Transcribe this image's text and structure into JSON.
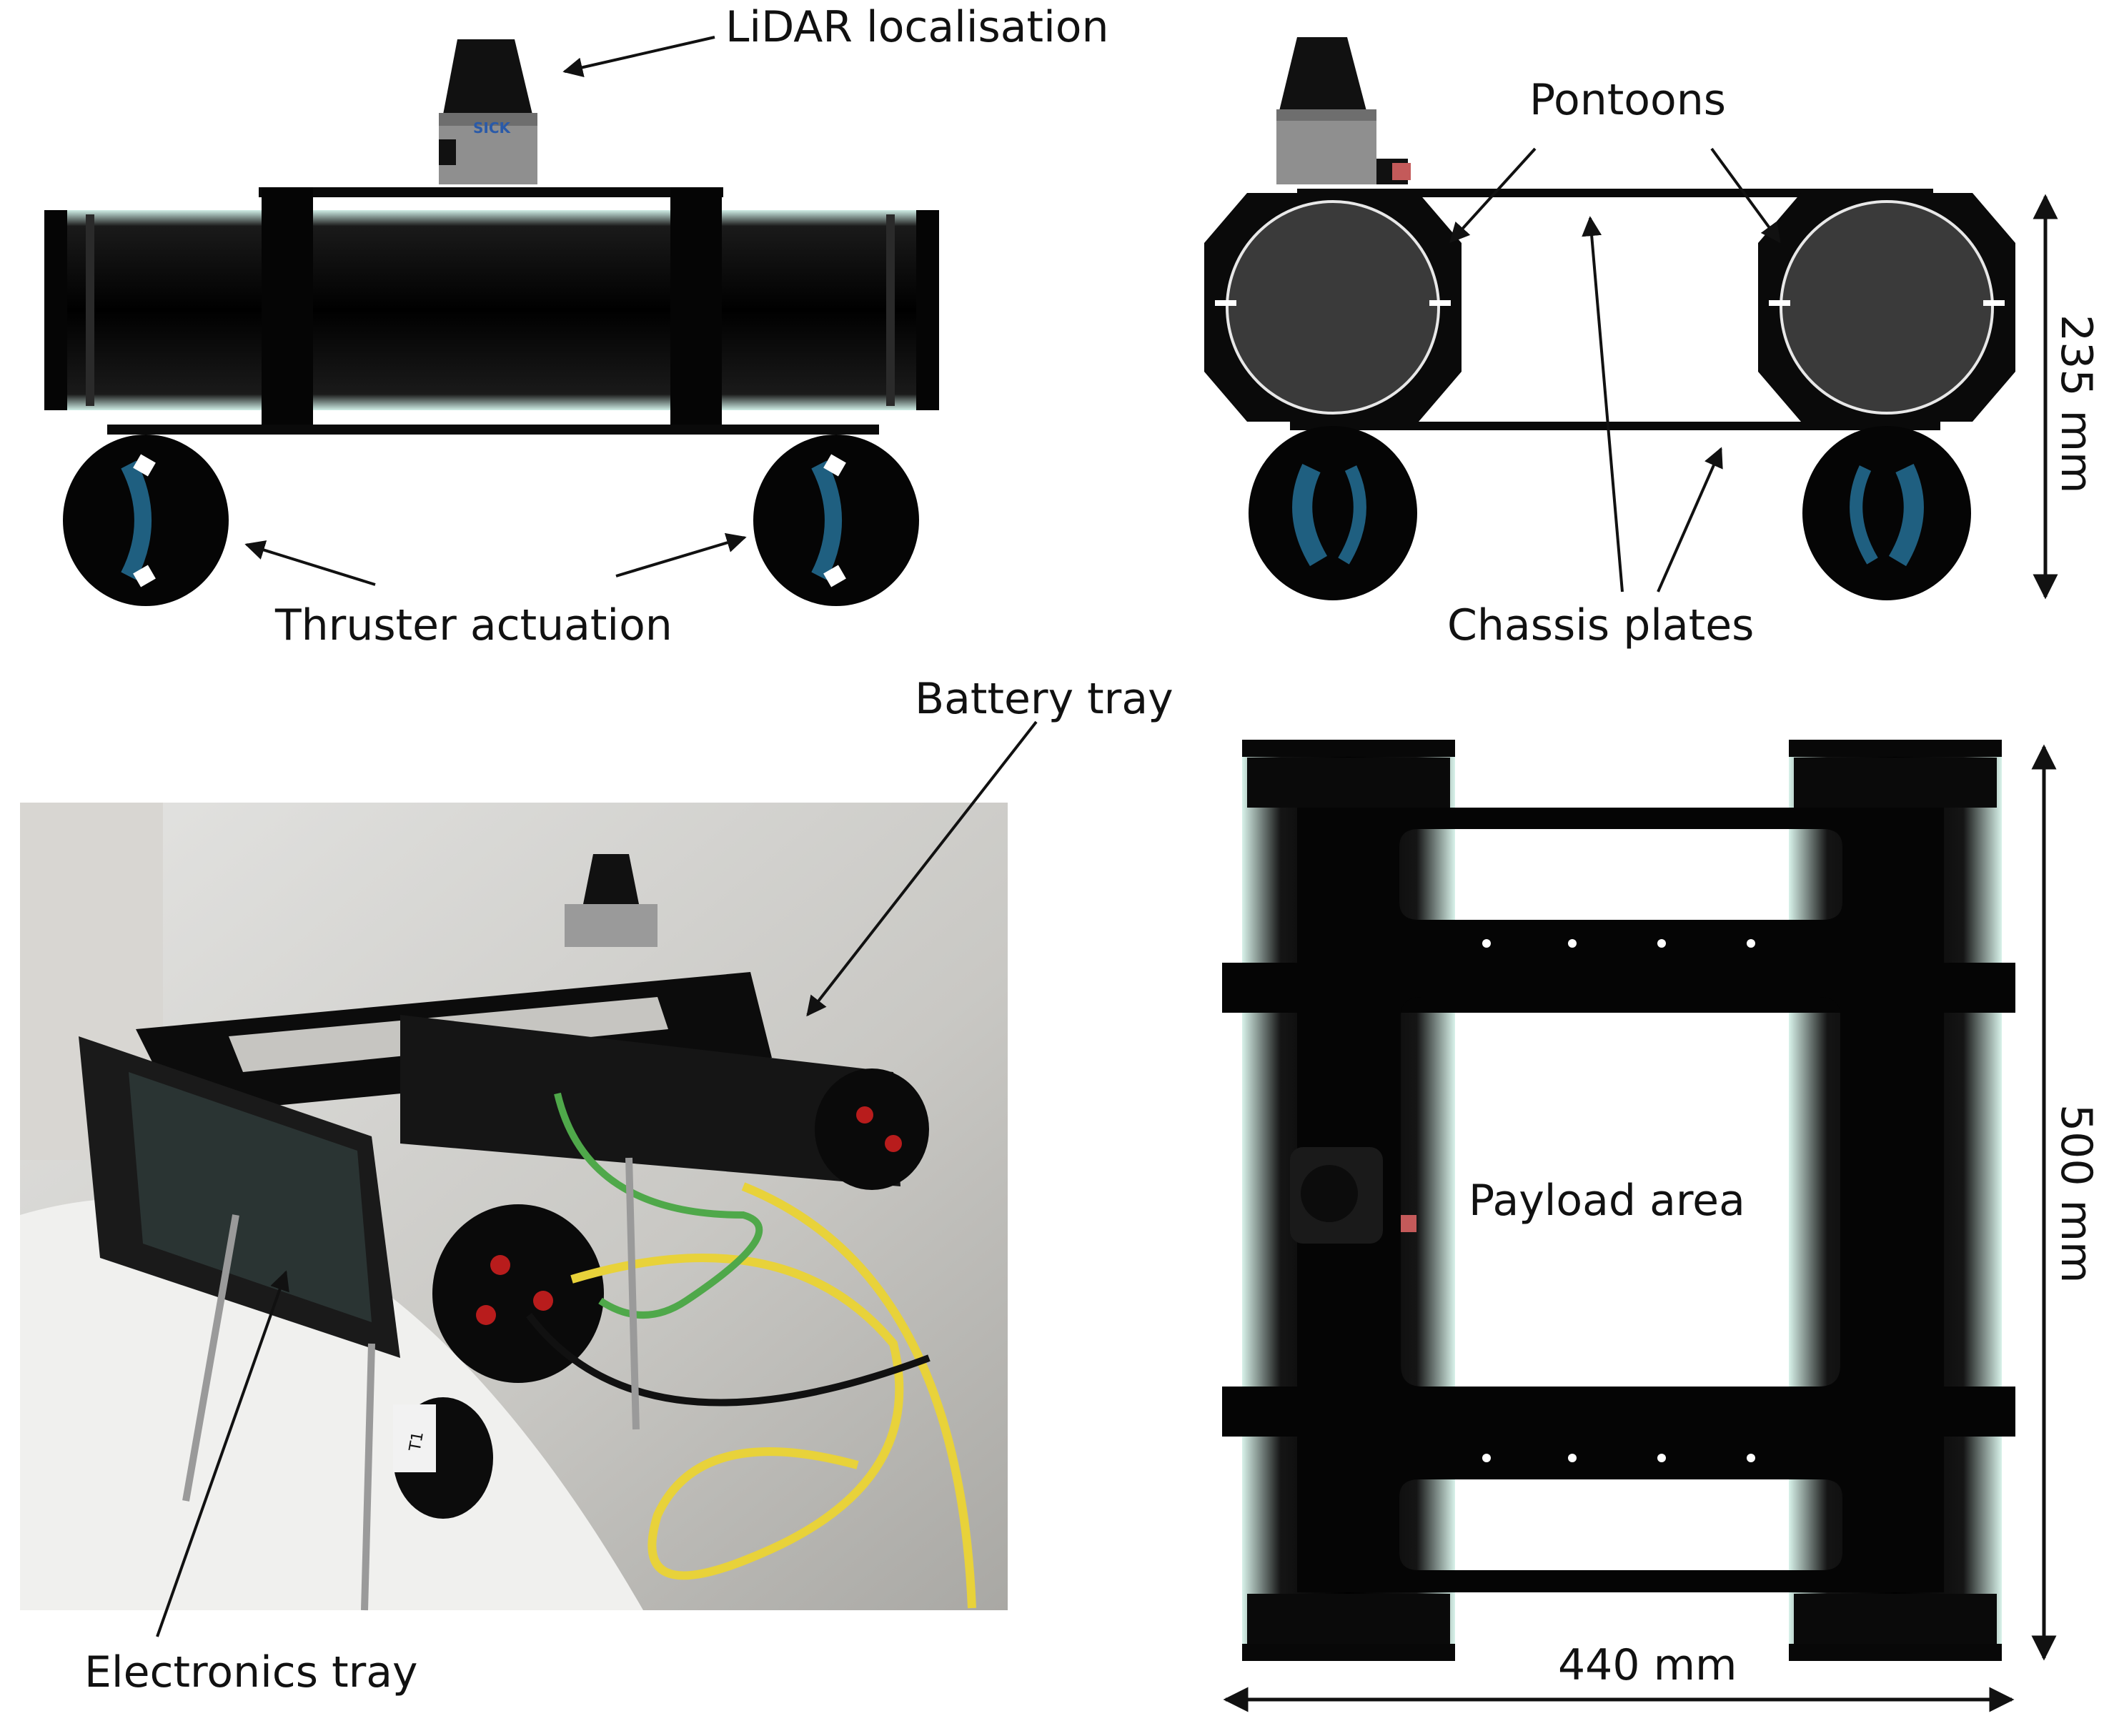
{
  "labels": {
    "lidar": "LiDAR localisation",
    "thruster": "Thruster actuation",
    "pontoons": "Pontoons",
    "chassis": "Chassis plates",
    "battery": "Battery tray",
    "electronics": "Electronics tray",
    "payload": "Payload area",
    "sensor_brand": "SICK",
    "thruster_tag": "T1"
  },
  "dimensions": {
    "height": "235 mm",
    "length": "500 mm",
    "width": "440 mm"
  },
  "colors": {
    "hull": "#0a0a0a",
    "acrylic": "#cfeee6",
    "pontoon_face": "#3a3a3a",
    "lidar_body": "#8f8f8f",
    "thruster_blade": "#1f5f80",
    "cable_yellow": "#e8d23a",
    "cable_green": "#4fa84a",
    "cap_red": "#b81c1c"
  },
  "icons": [
    "lidar-sensor-icon",
    "thruster-icon",
    "pontoon-icon",
    "arrow-icon"
  ]
}
